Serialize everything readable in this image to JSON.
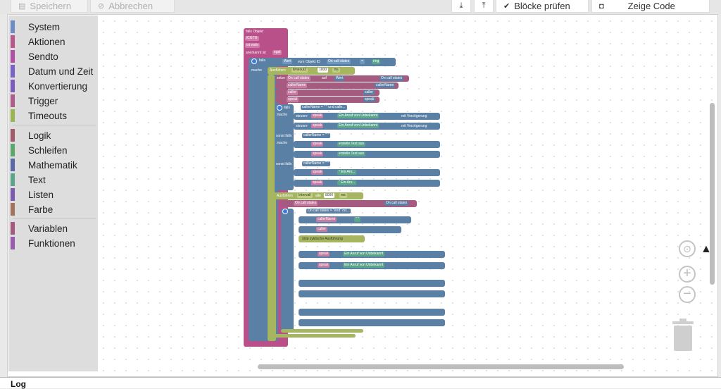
{
  "toolbar": {
    "save_label": "Speichern",
    "cancel_label": "Abbrechen",
    "check_blocks_label": "Blöcke prüfen",
    "show_code_label": "Zeige Code"
  },
  "toolbox": {
    "categories": [
      {
        "label": "System",
        "color": "#6b8cc5"
      },
      {
        "label": "Aktionen",
        "color": "#b9588a"
      },
      {
        "label": "Sendto",
        "color": "#b251a3"
      },
      {
        "label": "Datum und Zeit",
        "color": "#7a63c7"
      },
      {
        "label": "Konvertierung",
        "color": "#7c5cbf"
      },
      {
        "label": "Trigger",
        "color": "#b05c8a"
      },
      {
        "label": "Timeouts",
        "color": "#9ab552"
      },
      {
        "label": "Logik",
        "color": "#a35a6b"
      },
      {
        "label": "Schleifen",
        "color": "#5ca86b"
      },
      {
        "label": "Mathematik",
        "color": "#5b67a6"
      },
      {
        "label": "Text",
        "color": "#5ba58c"
      },
      {
        "label": "Listen",
        "color": "#7a5bb0"
      },
      {
        "label": "Farbe",
        "color": "#a3735c"
      },
      {
        "label": "Variablen",
        "color": "#a55b80"
      },
      {
        "label": "Funktionen",
        "color": "#9b5bb0"
      }
    ]
  },
  "blocks": {
    "trigger_title": "falls Objekt",
    "trigger_id": "lCGTG",
    "trigger_cond": "ist wahr",
    "trigger_ack": "anerkannt ist",
    "trigger_ack_val": "egal",
    "if_label": "falls",
    "do_label": "mache",
    "elseif_label": "sonst falls",
    "value_label": "Wert",
    "object_id_label": "vom Objekt ID",
    "obj_call_states": "On call states",
    "eq_op": "=",
    "ring_text": "ring",
    "timeout_label": "Ausführen",
    "timeout_name": "timeout2",
    "timeout_ms": "1000",
    "ms_label": "ms",
    "set_label": "setze",
    "to_label": "auf",
    "var_callstates": "On call states",
    "var_callername": "callerName",
    "var_caller": "caller",
    "var_speak": "speak",
    "obj_callername": "callerName",
    "obj_caller": "caller",
    "obj_speak": "speak",
    "cond_unknown": "callerName = \" \" und calle...",
    "control_label": "steuere",
    "with_label": "mit",
    "unknown_call_text": "Ein Anruf von Unbekannt",
    "delay_label": "mit Verzögerung",
    "cond_empty": "callerName = \" \"",
    "create_text_label": "erstelle Text aus",
    "create_text_val": "\" Ein Anr...",
    "interval_label": "Ausführen",
    "interval_name": "Intervall",
    "interval_all": "alle",
    "interval_ms": "8000",
    "cond_end": "On call states = \"end\" od...",
    "quote_empty": "\" \"",
    "stop_label": "stop zyklische Ausführung"
  }
}
